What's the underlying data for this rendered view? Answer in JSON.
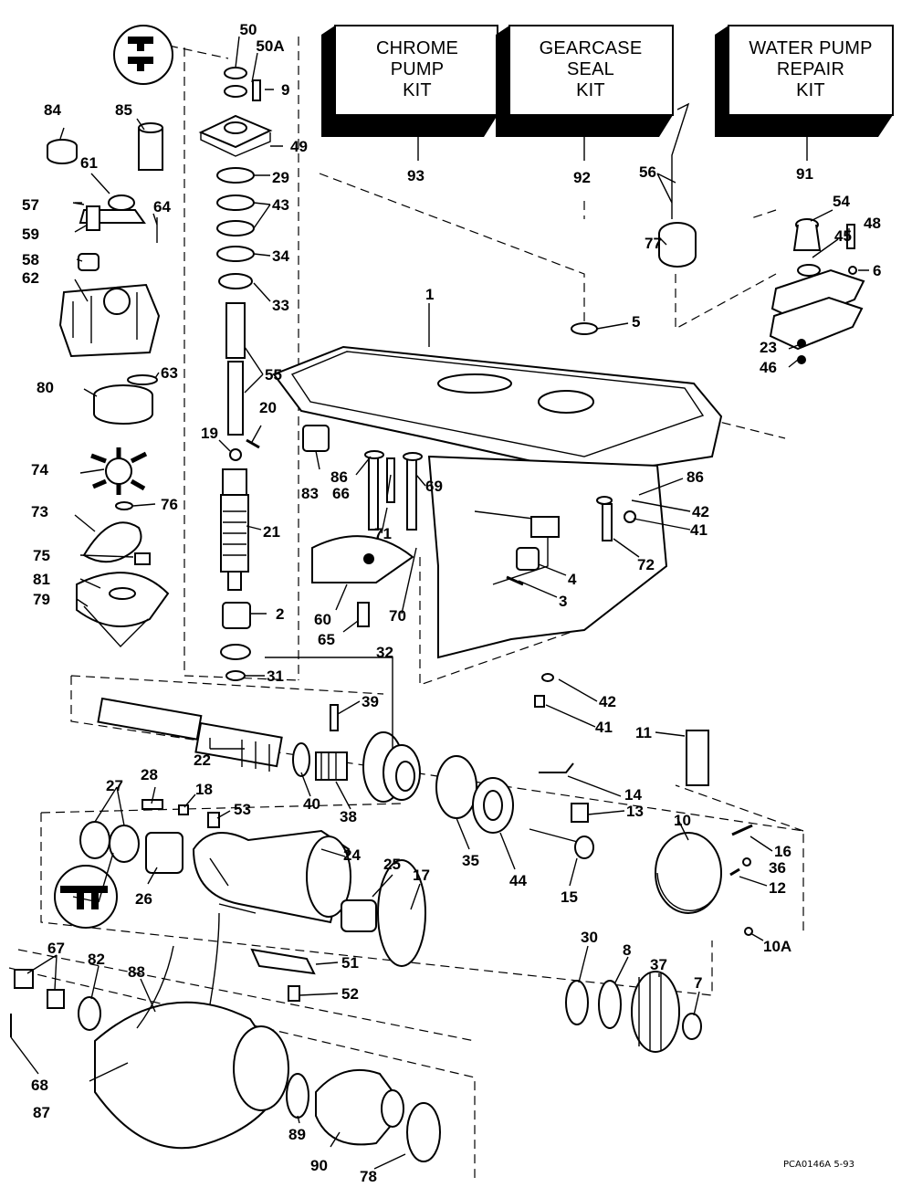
{
  "kits": [
    {
      "id": "chrome",
      "label": "CHROME\nPUMP\nKIT",
      "ref": "93"
    },
    {
      "id": "gearcase",
      "label": "GEARCASE\nSEAL\nKIT",
      "ref": "92"
    },
    {
      "id": "water",
      "label": "WATER PUMP\nREPAIR\nKIT",
      "ref": "91"
    }
  ],
  "callouts": {
    "c50": "50",
    "c50a": "50A",
    "c9": "9",
    "c49": "49",
    "c29": "29",
    "c43": "43",
    "c34": "34",
    "c33": "33",
    "c55": "55",
    "c20": "20",
    "c19": "19",
    "c21": "21",
    "c2": "2",
    "c32": "32",
    "c31": "31",
    "c84": "84",
    "c85": "85",
    "c61": "61",
    "c57": "57",
    "c64": "64",
    "c59": "59",
    "c58": "58",
    "c62": "62",
    "c63": "63",
    "c80": "80",
    "c74": "74",
    "c76": "76",
    "c73": "73",
    "c75": "75",
    "c81": "81",
    "c79": "79",
    "c1": "1",
    "c5": "5",
    "c56": "56",
    "c77": "77",
    "c54": "54",
    "c48": "48",
    "c45": "45",
    "c6": "6",
    "c23": "23",
    "c46": "46",
    "c86a": "86",
    "c83": "83",
    "c66": "66",
    "c69": "69",
    "c71": "71",
    "c86b": "86",
    "c42a": "42",
    "c41a": "41",
    "c72": "72",
    "c4": "4",
    "c3": "3",
    "c60": "60",
    "c65": "65",
    "c70": "70",
    "c42b": "42",
    "c41b": "41",
    "c11": "11",
    "c39": "39",
    "c22": "22",
    "c40": "40",
    "c38": "38",
    "c27": "27",
    "c28": "28",
    "c18": "18",
    "c53": "53",
    "c14": "14",
    "c13": "13",
    "c10": "10",
    "c16": "16",
    "c36": "36",
    "c12": "12",
    "c24": "24",
    "c25": "25",
    "c17": "17",
    "c35": "35",
    "c44": "44",
    "c15": "15",
    "c26": "26",
    "c10a": "10A",
    "c51": "51",
    "c52": "52",
    "c30": "30",
    "c8": "8",
    "c37": "37",
    "c7": "7",
    "c67": "67",
    "c82": "82",
    "c88": "88",
    "c68": "68",
    "c87": "87",
    "c89": "89",
    "c90": "90",
    "c78": "78"
  },
  "footer_code": "PCA0146A  5-93"
}
